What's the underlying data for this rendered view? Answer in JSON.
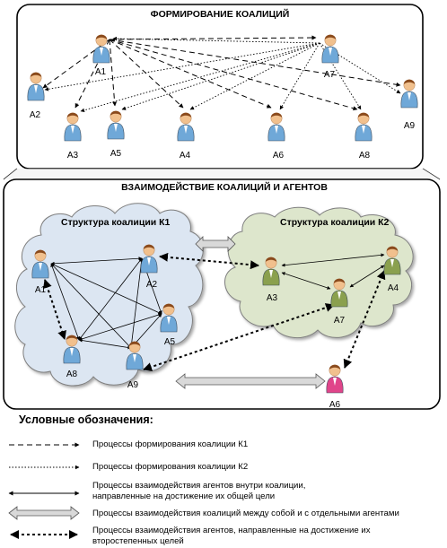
{
  "top_panel": {
    "title": "ФОРМИРОВАНИЕ КОАЛИЦИЙ"
  },
  "bottom_panel": {
    "title": "ВЗАИМОДЕЙСТВИЕ КОАЛИЦИЙ И АГЕНТОВ"
  },
  "top_agents": [
    {
      "id": "A1",
      "label": "A1"
    },
    {
      "id": "A2",
      "label": "A2"
    },
    {
      "id": "A3",
      "label": "A3"
    },
    {
      "id": "A5",
      "label": "A5"
    },
    {
      "id": "A4",
      "label": "A4"
    },
    {
      "id": "A6",
      "label": "A6"
    },
    {
      "id": "A8",
      "label": "A8"
    },
    {
      "id": "A7",
      "label": "A7"
    },
    {
      "id": "A9",
      "label": "A9"
    }
  ],
  "coalition_k1": {
    "title": "Структура коалиции К1",
    "agents": [
      {
        "id": "A1",
        "label": "A1"
      },
      {
        "id": "A2",
        "label": "A2"
      },
      {
        "id": "A5",
        "label": "A5"
      },
      {
        "id": "A8",
        "label": "A8"
      },
      {
        "id": "A9",
        "label": "A9"
      }
    ]
  },
  "coalition_k2": {
    "title": "Структура коалиции К2",
    "agents": [
      {
        "id": "A3",
        "label": "A3"
      },
      {
        "id": "A7",
        "label": "A7"
      },
      {
        "id": "A4",
        "label": "A4"
      }
    ]
  },
  "standalone_agent": {
    "id": "A6",
    "label": "A6"
  },
  "legend": {
    "title": "Условные обозначения:",
    "items": [
      {
        "style": "dashed",
        "text": "Процессы формирования коалиции К1"
      },
      {
        "style": "dotted",
        "text": "Процессы формирования коалиции К2"
      },
      {
        "style": "solid",
        "text": "Процессы взаимодействия агентов внутри коалиции, направленные на достижение их общей цели"
      },
      {
        "style": "block",
        "text": "Процессы взаимодействия коалиций между собой и с отдельными агентами"
      },
      {
        "style": "bold-dotted",
        "text": "Процессы взаимодействия агентов, направленные на достижение их второстепенных целей"
      }
    ]
  },
  "colors": {
    "agent_blue": "#6fa8d8",
    "agent_green": "#8aa04e",
    "agent_pink": "#e0458a",
    "cloud_k1": "#dce6f2",
    "cloud_k2": "#dde6cc",
    "skin": "#f1c08d",
    "hair": "#8a4a1c"
  }
}
